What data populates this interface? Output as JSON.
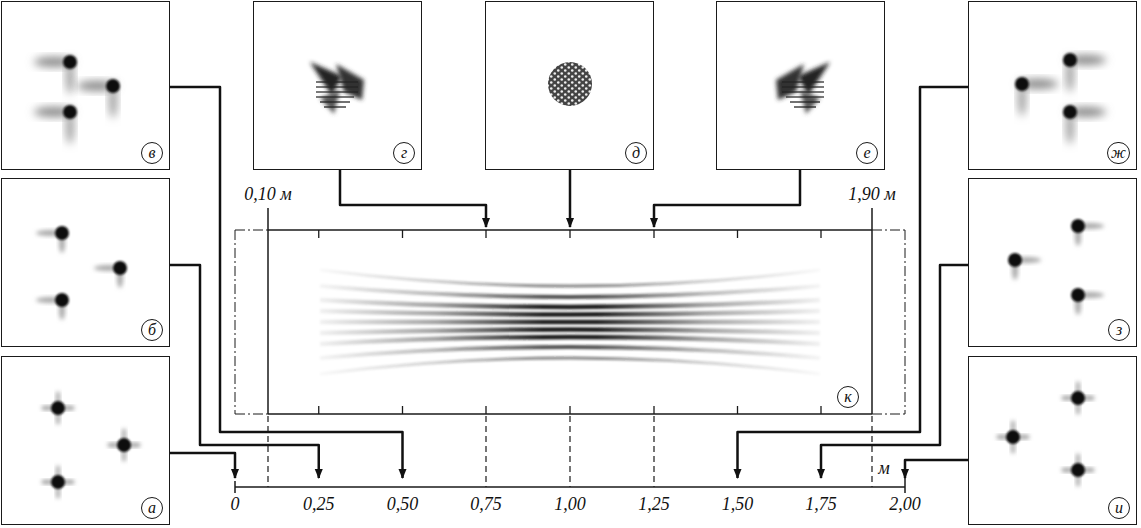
{
  "diagram": {
    "nodes": [
      {
        "text": [
          "в"
        ]
      },
      {
        "text": [
          "г"
        ]
      },
      {
        "text": [
          "д"
        ]
      },
      {
        "text": [
          "е"
        ]
      },
      {
        "text": [
          "ж"
        ]
      },
      {
        "text": [
          "б"
        ]
      },
      {
        "text": [
          "з"
        ]
      },
      {
        "text": [
          "к"
        ]
      },
      {
        "text": [
          "а"
        ]
      },
      {
        "text": [
          "и"
        ]
      }
    ],
    "labels": [
      "0,10 м",
      "1,90 м",
      "0",
      "0,25",
      "0,50",
      "0,75",
      "1,00",
      "1,25",
      "1,50",
      "1,75",
      "2,00",
      "м"
    ]
  }
}
